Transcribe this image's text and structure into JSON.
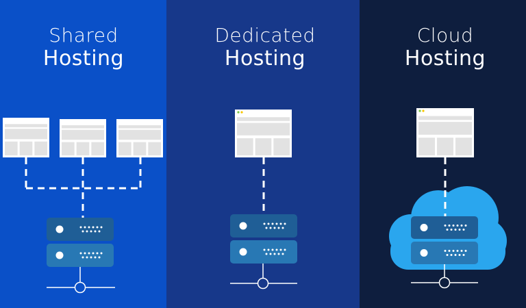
{
  "panels": [
    {
      "id": "shared",
      "title_line1": "Shared",
      "title_line2": "Hosting",
      "background": "#0A50C8",
      "sites": 3
    },
    {
      "id": "dedicated",
      "title_line1": "Dedicated",
      "title_line2": "Hosting",
      "background": "#17388A",
      "sites": 1
    },
    {
      "id": "cloud",
      "title_line1": "Cloud",
      "title_line2": "Hosting",
      "background": "#0E1E3E",
      "sites": 1
    }
  ],
  "colors": {
    "server_top": "#1F5E96",
    "server_bottom": "#2878B4",
    "cloud": "#2AA6EE",
    "site_frame": "#FFFFFF",
    "site_block": "#E2E2E2",
    "dot_green": "#7AC943",
    "dot_yellow": "#F7C600",
    "line": "#FFFFFF"
  },
  "icons": [
    "browser-window-icon",
    "server-icon",
    "cloud-icon",
    "network-node-icon"
  ]
}
